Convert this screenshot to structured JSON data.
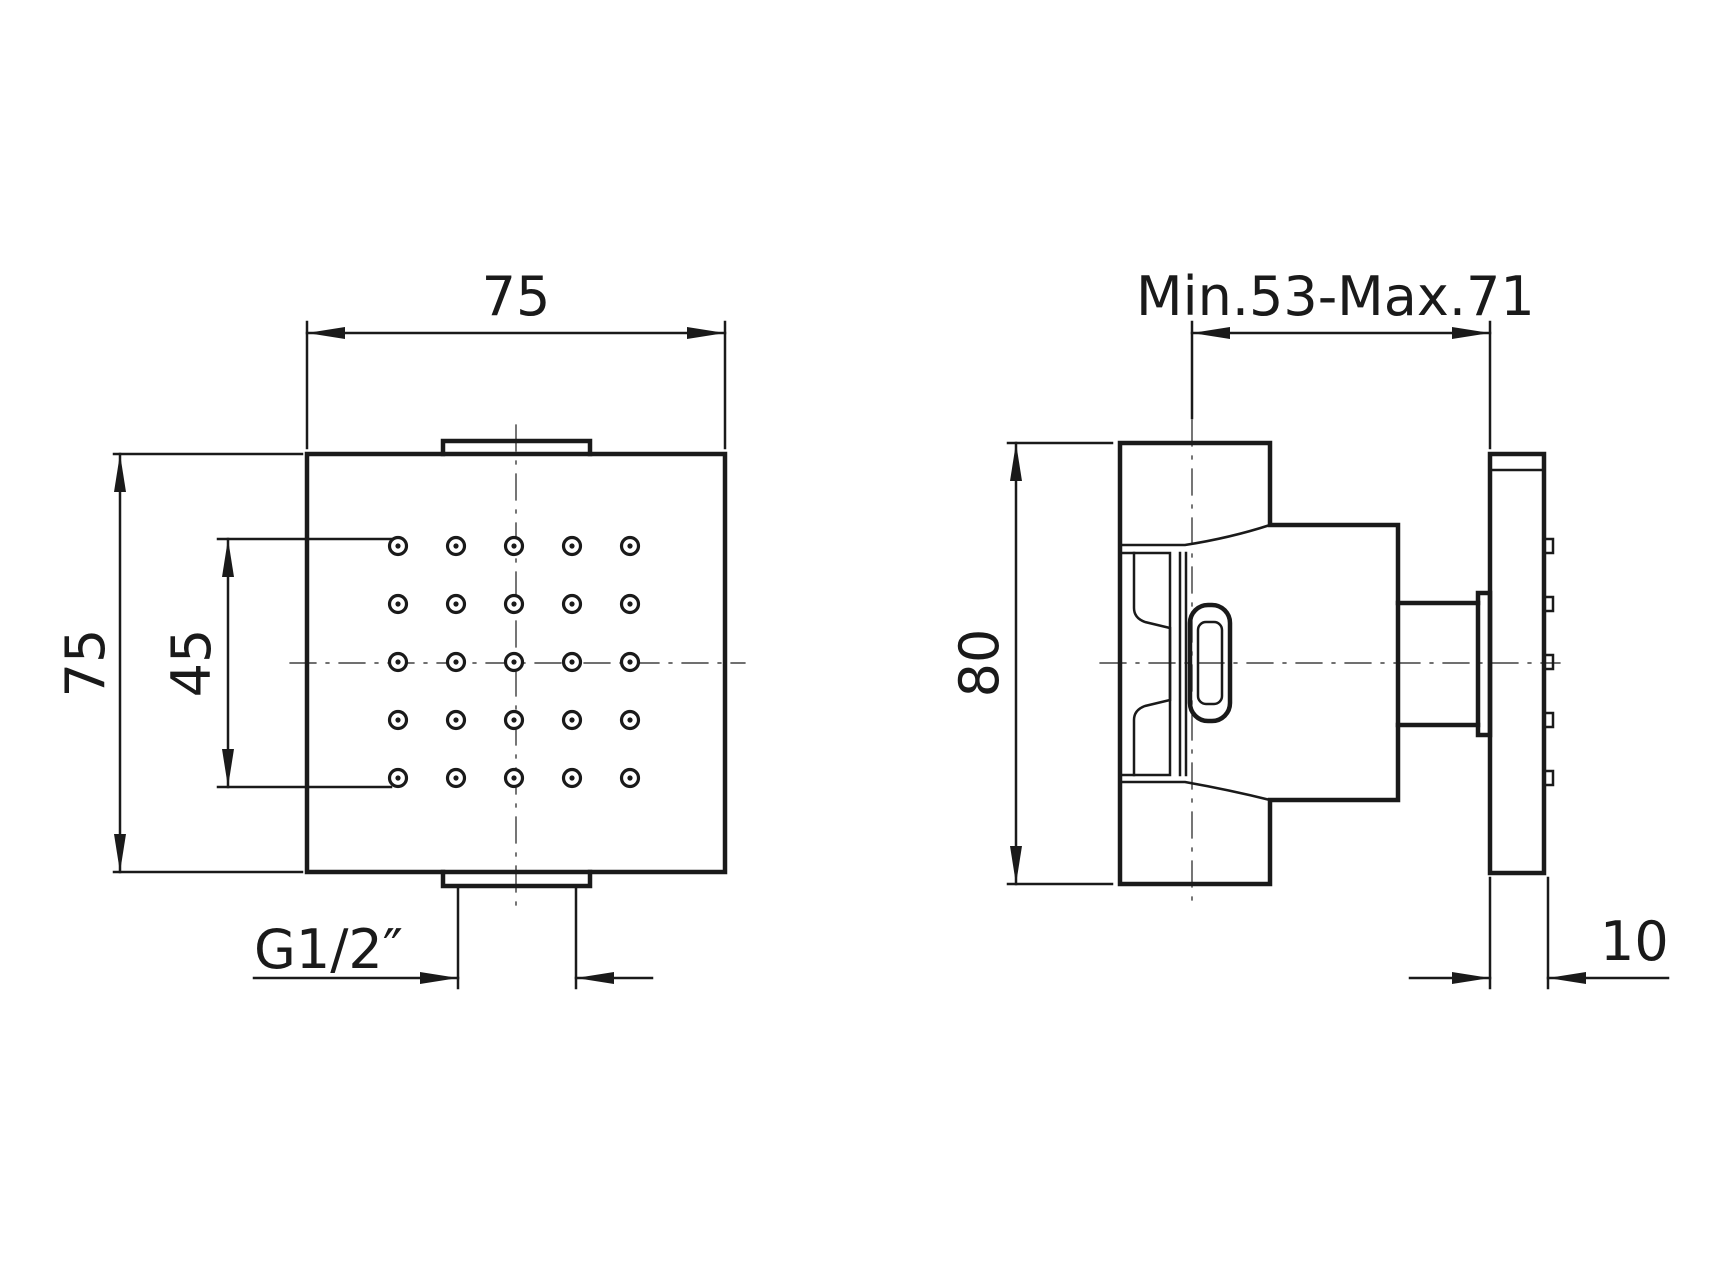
{
  "dimensions": {
    "front_width": "75",
    "front_height": "75",
    "nozzle_pitch": "45",
    "thread": "G1/2″",
    "side_height": "80",
    "depth_range": "Min.53-Max.71",
    "plate_thickness": "10"
  },
  "nozzle_grid": {
    "rows": 5,
    "cols": 5
  },
  "side_nozzles": 5,
  "colors": {
    "line": "#1a1a1a",
    "background": "#ffffff"
  }
}
